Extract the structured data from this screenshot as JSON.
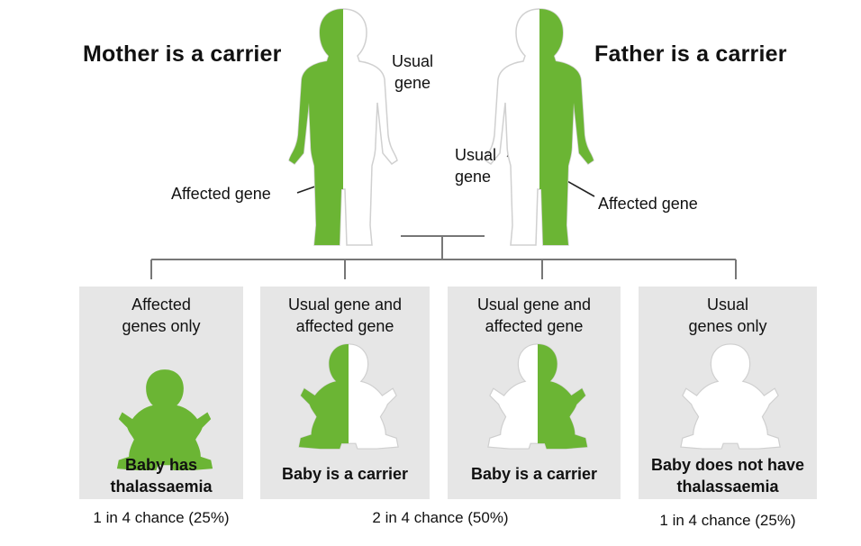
{
  "colors": {
    "green": "#6bb534",
    "box_bg": "#e6e6e6",
    "line": "#777777",
    "outline": "#cfcfcf"
  },
  "parents": {
    "mother_title": "Mother is a carrier",
    "father_title": "Father is a carrier",
    "mother_usual_gene": "Usual gene",
    "mother_affected_gene": "Affected gene",
    "father_usual_gene": "Usual gene",
    "father_affected_gene": "Affected gene"
  },
  "outcomes": [
    {
      "heading": "Affected genes only",
      "result": "Baby has thalassaemia",
      "fill": "full-green"
    },
    {
      "heading": "Usual gene and affected gene",
      "result": "Baby is a carrier",
      "fill": "left-green"
    },
    {
      "heading": "Usual gene and affected gene",
      "result": "Baby is a carrier",
      "fill": "right-green"
    },
    {
      "heading": "Usual genes only",
      "result": "Baby does not have thalassaemia",
      "fill": "white"
    }
  ],
  "chances": {
    "first": "1 in 4 chance (25%)",
    "middle": "2 in 4 chance (50%)",
    "last": "1 in 4 chance (25%)"
  }
}
